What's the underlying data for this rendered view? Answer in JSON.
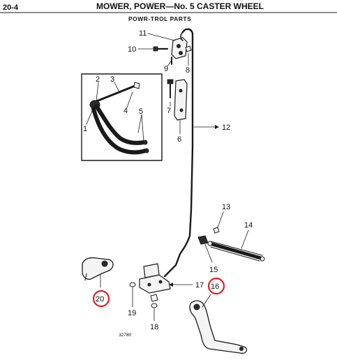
{
  "header": {
    "page_number": "20-4",
    "title": "MOWER, POWER—No. 5 CASTER WHEEL",
    "subtitle": "POWR-TROL PARTS"
  },
  "callouts": {
    "c1": "1",
    "c2": "2",
    "c3": "3",
    "c4": "4",
    "c5": "5",
    "c6": "6",
    "c7": "7",
    "c8": "8",
    "c9": "9",
    "c10": "10",
    "c11": "11",
    "c12": "12",
    "c13": "13",
    "c14": "14",
    "c15": "15",
    "c16": "16",
    "c17": "17",
    "c18": "18",
    "c19": "19",
    "c20": "20"
  },
  "figure_number": "32780",
  "highlight_color": "#e0202a"
}
